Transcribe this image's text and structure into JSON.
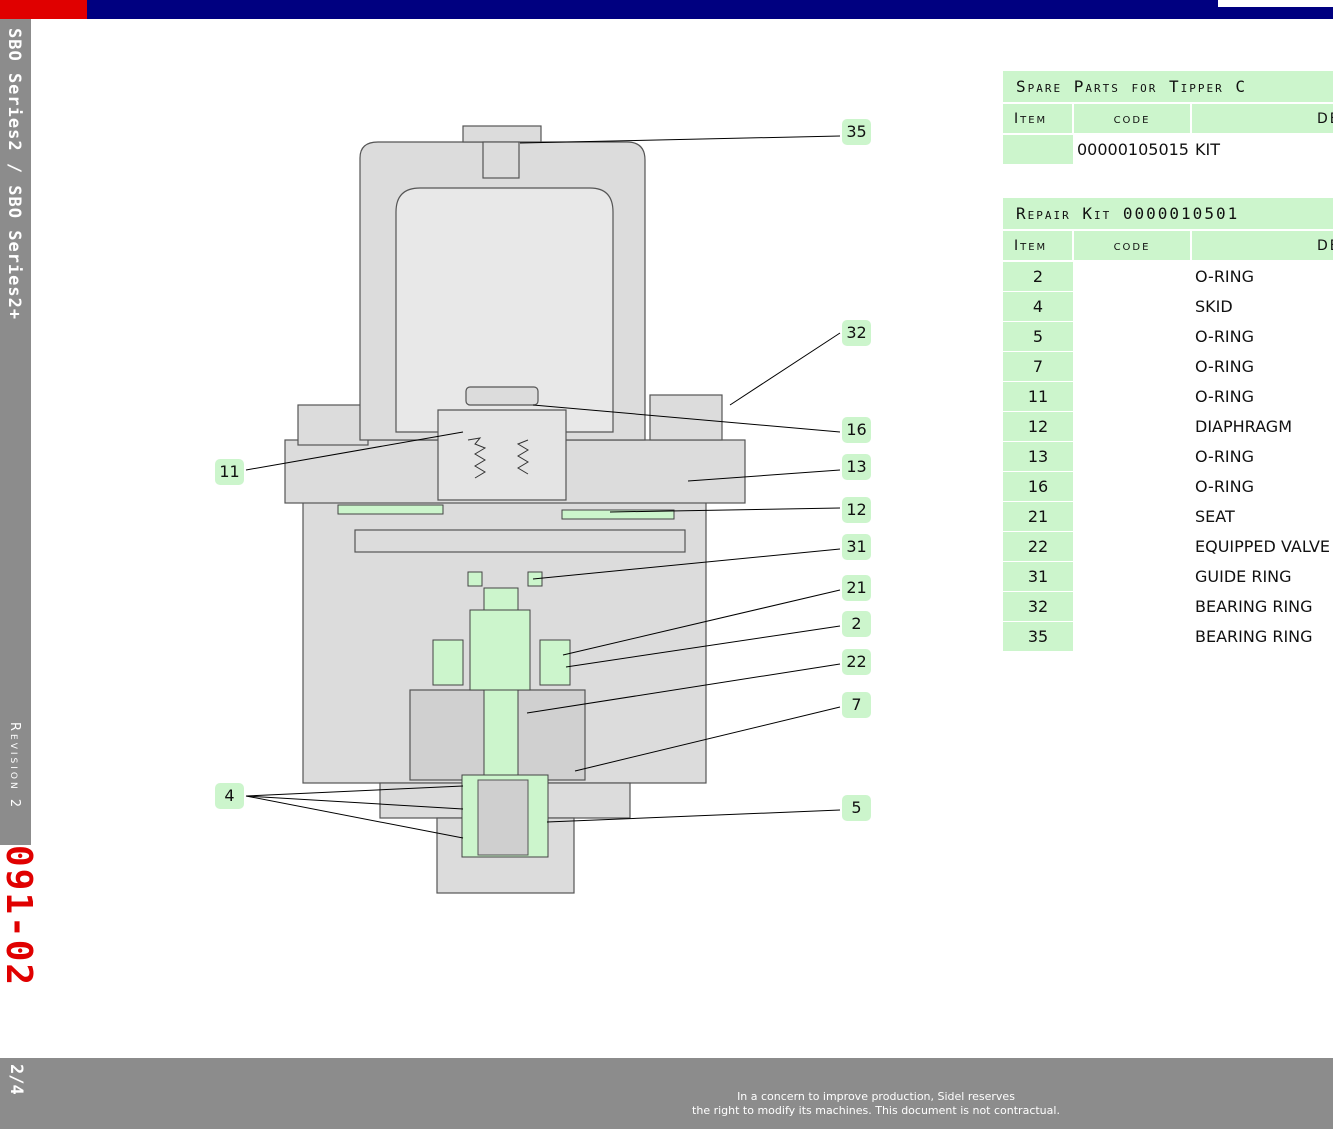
{
  "sidebar": {
    "series": "SBO Series2 / SBO Series2+",
    "revision": "Revision 2",
    "doc_number": "091-02",
    "page": "2/4"
  },
  "footer": {
    "line1": "In a concern to improve production, Sidel reserves",
    "line2": "the right to modify its machines. This document is not contractual."
  },
  "diagram": {
    "callouts": [
      "35",
      "32",
      "16",
      "13",
      "12",
      "31",
      "21",
      "2",
      "22",
      "7",
      "5",
      "11",
      "4"
    ]
  },
  "spare_parts": {
    "title": "Spare Parts for Tipper C",
    "headers": {
      "item": "Item",
      "code": "code",
      "description": "DE"
    },
    "rows": [
      {
        "item": "",
        "code": "00000105015",
        "description": "KIT"
      }
    ]
  },
  "repair_kit": {
    "title": "Repair Kit 0000010501",
    "headers": {
      "item": "Item",
      "code": "code",
      "description": "DE"
    },
    "rows": [
      {
        "item": "2",
        "code": "",
        "description": "O-RING"
      },
      {
        "item": "4",
        "code": "",
        "description": "SKID"
      },
      {
        "item": "5",
        "code": "",
        "description": "O-RING"
      },
      {
        "item": "7",
        "code": "",
        "description": "O-RING"
      },
      {
        "item": "11",
        "code": "",
        "description": "O-RING"
      },
      {
        "item": "12",
        "code": "",
        "description": "DIAPHRAGM"
      },
      {
        "item": "13",
        "code": "",
        "description": "O-RING"
      },
      {
        "item": "16",
        "code": "",
        "description": "O-RING"
      },
      {
        "item": "21",
        "code": "",
        "description": "SEAT"
      },
      {
        "item": "22",
        "code": "",
        "description": "EQUIPPED VALVE"
      },
      {
        "item": "31",
        "code": "",
        "description": "GUIDE RING"
      },
      {
        "item": "32",
        "code": "",
        "description": "BEARING RING"
      },
      {
        "item": "35",
        "code": "",
        "description": "BEARING RING"
      }
    ]
  },
  "colors": {
    "accent_red": "#e00000",
    "top_bar": "#000080",
    "highlight_green": "#ccf5cc",
    "sidebar_gray": "#8c8c8c"
  }
}
